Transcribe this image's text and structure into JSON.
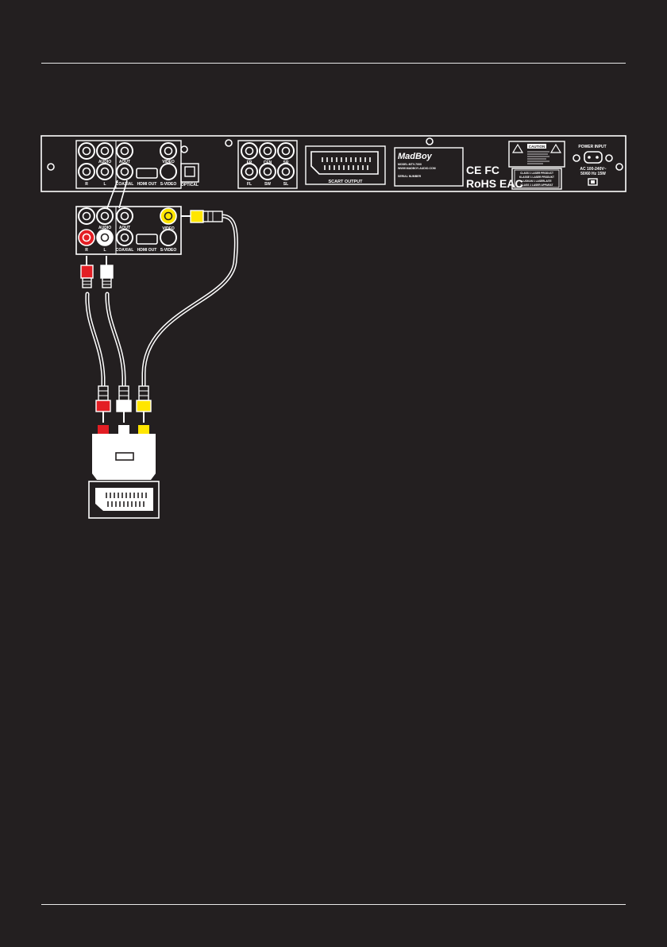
{
  "panel": {
    "labels": {
      "audio": "AUDIO",
      "r": "R",
      "l": "L",
      "aout": "AOUT",
      "coaxial": "COAXIAL",
      "hdmi_out": "HDMI OUT",
      "video": "VIDEO",
      "s_video": "S-VIDEO",
      "optical": "OPTICAL",
      "fr": "FR",
      "cen": "CEN",
      "sr": "SR",
      "fl": "FL",
      "sw": "SW",
      "sl": "SL",
      "scart_output": "SCART OUTPUT",
      "brand": "MadBoy",
      "model_line": "MODEL:MTV-7000",
      "web_line": "WWW.MADBOY-AUDIO.COM",
      "serial_line": "SERIAL NUMBER",
      "ce_fc": "CE FC",
      "rohs_eac": "RoHS EAC",
      "caution": "CAUTION",
      "laser_1": "CLASS 1 LASER PRODUCT",
      "laser_2": "KLASSE 1 LASER PRODUKT",
      "laser_3": "LUOKAN 1 LASERLAITE",
      "laser_4": "KLASS 1 LASER APPARAT",
      "power_input": "POWER INPUT",
      "power_rating_1": "AC 100-240V~",
      "power_rating_2": "50/60 Hz 15W"
    }
  },
  "colors": {
    "background": "#231f20",
    "panel_line": "#ffffff",
    "plug_red": "#e31e24",
    "plug_white": "#ffffff",
    "plug_yellow": "#ffe600"
  },
  "icons": [
    "rca-jack",
    "hdmi-port",
    "s-video-port",
    "optical-port",
    "scart-port",
    "warning-triangle",
    "power-socket",
    "rca-plug",
    "scart-adapter"
  ]
}
